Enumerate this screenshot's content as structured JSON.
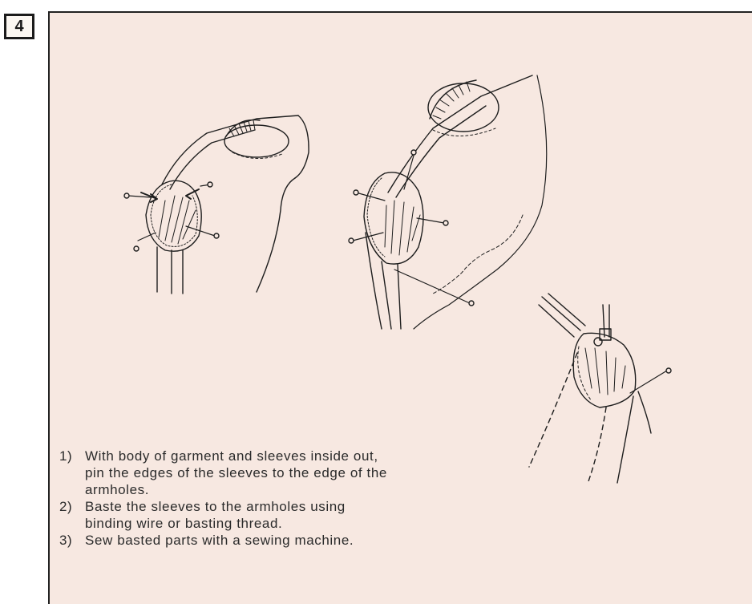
{
  "step_number": "4",
  "instructions": [
    {
      "number": "1)",
      "text": "With body of garment and sleeves inside out, pin the edges of the sleeves to the edge of the armholes."
    },
    {
      "number": "2)",
      "text": "Baste the sleeves to the armholes using binding wire or basting thread."
    },
    {
      "number": "3)",
      "text": "Sew basted parts with a sewing machine."
    }
  ],
  "colors": {
    "panel_background": "#f7e8e1",
    "line": "#1e1e1e",
    "border": "#222222"
  }
}
